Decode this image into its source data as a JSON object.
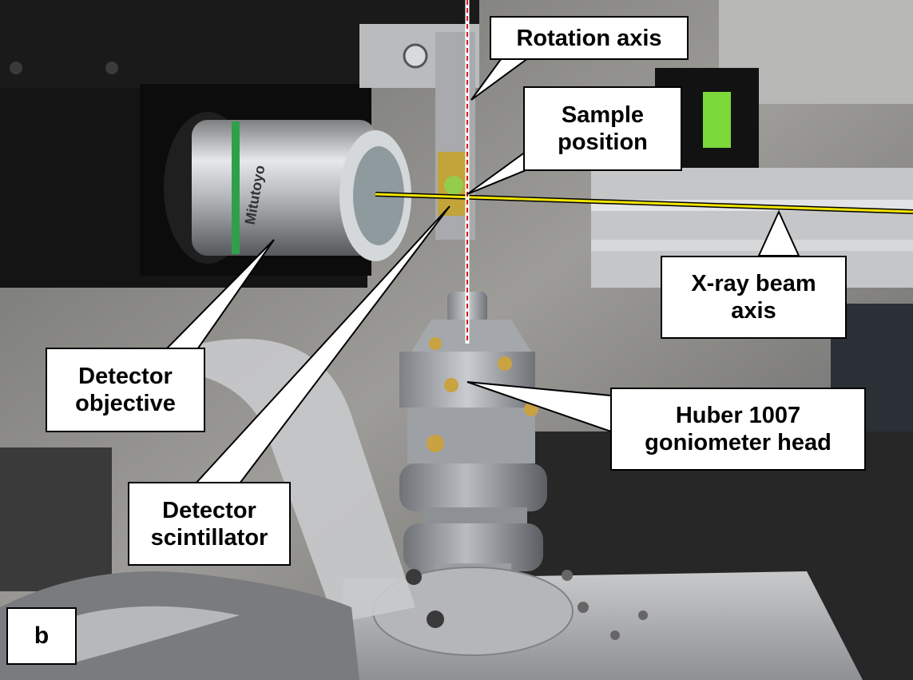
{
  "figure": {
    "panel_letter": "b",
    "brand_engraving": "Mitutoyo",
    "colors": {
      "beam": "#f2e600",
      "rotation_axis": "#d0141c",
      "label_bg": "#ffffff",
      "label_border": "#000000"
    }
  },
  "labels": {
    "rotation_axis": [
      "Rotation axis"
    ],
    "sample_position": [
      "Sample",
      "position"
    ],
    "xray_beam_axis": [
      "X-ray beam",
      "axis"
    ],
    "huber_head": [
      "Huber 1007",
      "goniometer head"
    ],
    "detector_objective": [
      "Detector",
      "objective"
    ],
    "detector_scintillator": [
      "Detector",
      "scintillator"
    ]
  }
}
